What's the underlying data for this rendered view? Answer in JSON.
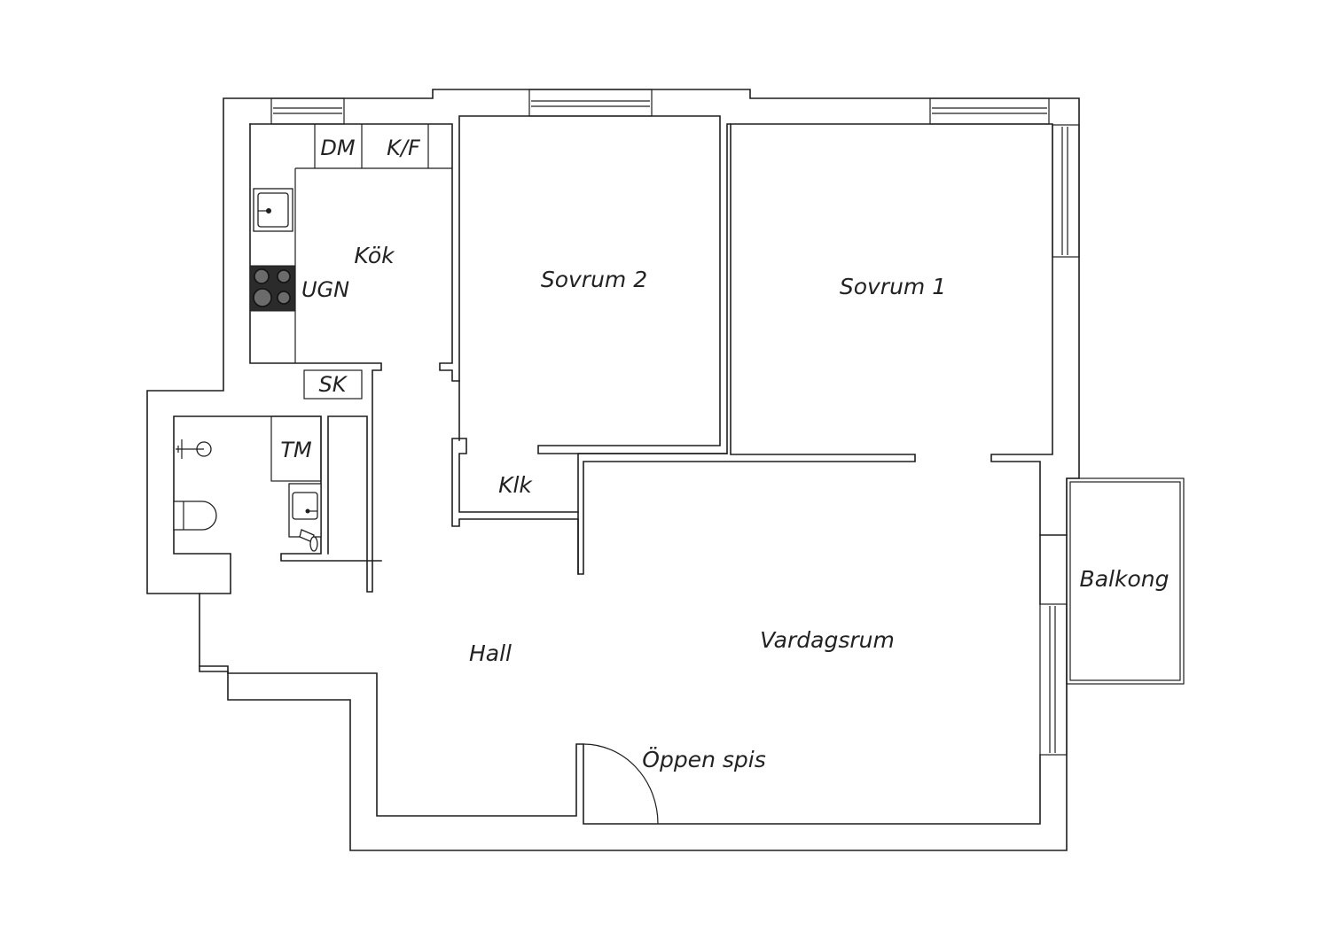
{
  "rooms": {
    "kitchen": "Kök",
    "bedroom_2": "Sovrum 2",
    "bedroom_1": "Sovrum 1",
    "closet": "Klk",
    "hall": "Hall",
    "living_room": "Vardagsrum",
    "balcony": "Balkong",
    "fireplace": "Öppen spis"
  },
  "fixtures": {
    "dishwasher": "DM",
    "fridge_freezer": "K/F",
    "oven": "UGN",
    "cabinet": "SK",
    "washing_machine": "TM"
  },
  "colors": {
    "wall": "#1f1f1f",
    "stove": "#2b2b2b",
    "background": "#ffffff"
  }
}
